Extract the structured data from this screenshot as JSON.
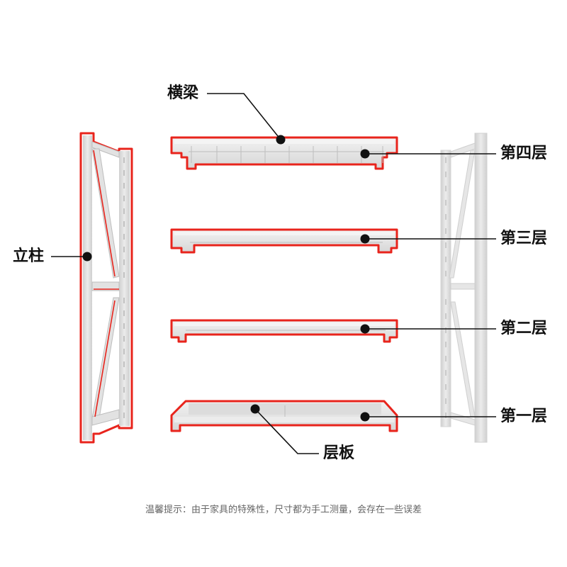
{
  "labels": {
    "beam": "横梁",
    "upright": "立柱",
    "panel": "层板",
    "layer4": "第四层",
    "layer3": "第三层",
    "layer2": "第二层",
    "layer1": "第一层"
  },
  "note": "温馨提示：由于家具的特殊性，尺寸都为手工测量，会存在一些误差",
  "colors": {
    "outline": "#e8241c",
    "steel": "#d4d4d4",
    "steel_light": "#e9e9e9",
    "leader": "#111111"
  }
}
